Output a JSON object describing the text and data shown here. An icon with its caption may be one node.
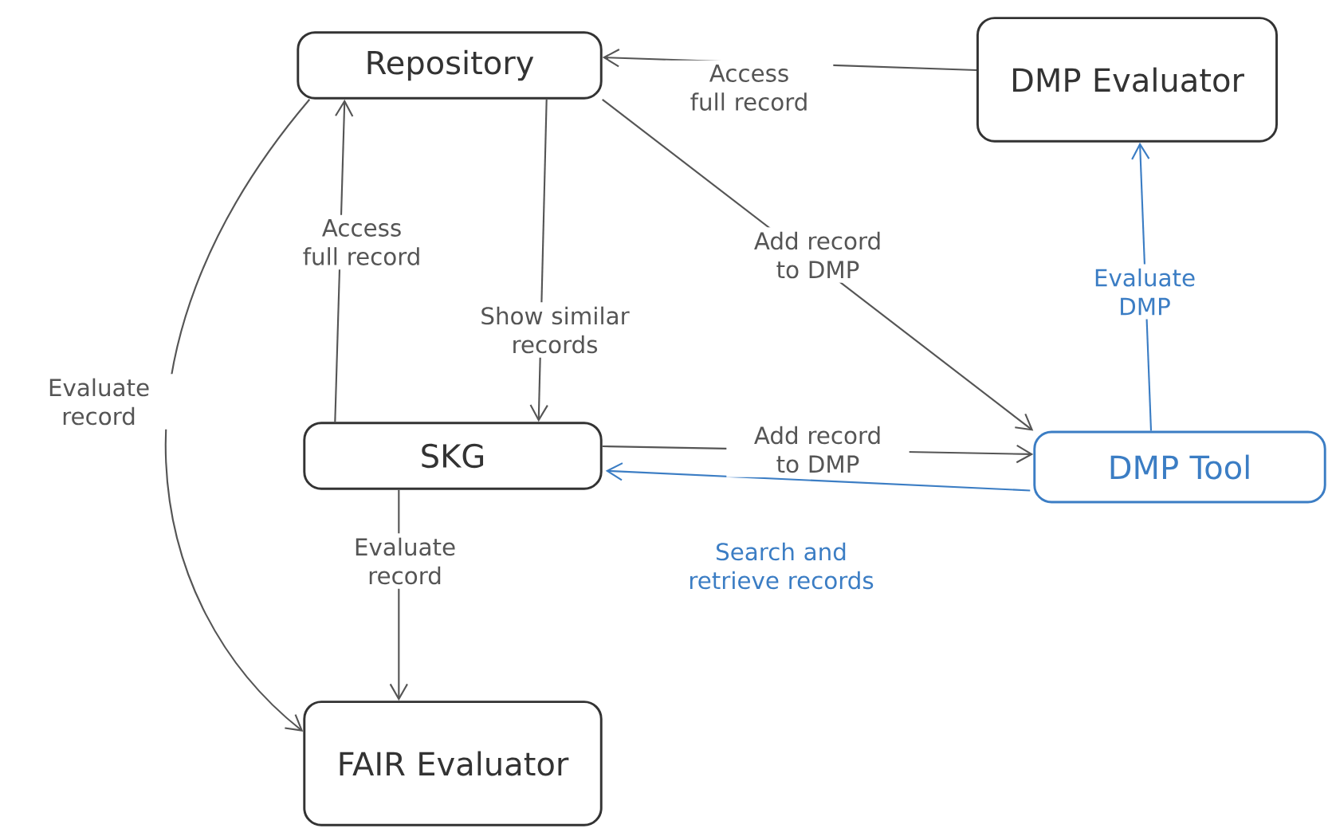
{
  "diagram": {
    "nodes": [
      {
        "text": [
          "Repository"
        ]
      },
      {
        "text": [
          "DMP Evaluator"
        ]
      },
      {
        "text": [
          "SKG"
        ]
      },
      {
        "text": [
          "DMP Tool"
        ]
      },
      {
        "text": [
          "FAIR Evaluator"
        ]
      }
    ],
    "edges": [
      {
        "from": 1,
        "to": 0,
        "arrow": "to",
        "label": "Access full record"
      },
      {
        "from": 0,
        "to": 3,
        "arrow": "to",
        "label": "Add record to DMP"
      },
      {
        "from": 2,
        "to": 0,
        "arrow": "to",
        "label": "Access full record"
      },
      {
        "from": 0,
        "to": 2,
        "arrow": "to",
        "label": "Show similar records"
      },
      {
        "from": 0,
        "to": 4,
        "arrow": "to",
        "label": "Evaluate record"
      },
      {
        "from": 2,
        "to": 3,
        "arrow": "to",
        "label": "Add record to DMP"
      },
      {
        "from": 3,
        "to": 2,
        "arrow": "to",
        "label": "Search and retrieve records",
        "color": "#3b7dc4"
      },
      {
        "from": 3,
        "to": 1,
        "arrow": "to",
        "label": "Evaluate DMP",
        "color": "#3b7dc4"
      },
      {
        "from": 2,
        "to": 4,
        "arrow": "to",
        "label": "Evaluate record"
      }
    ]
  }
}
